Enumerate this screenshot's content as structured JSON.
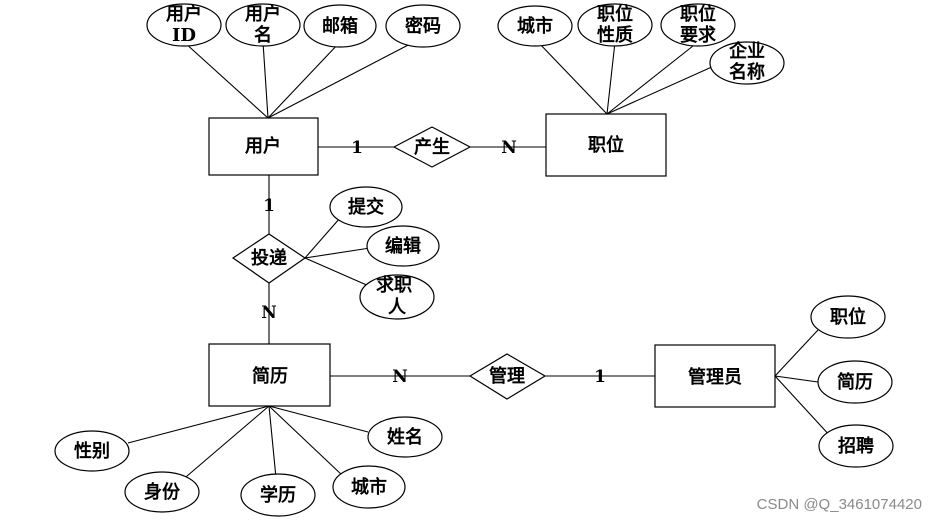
{
  "entities": {
    "user": "用户",
    "position": "职位",
    "resume": "简历",
    "admin": "管理员"
  },
  "relationships": {
    "produce": "产生",
    "deliver": "投递",
    "manage": "管理"
  },
  "attributes": {
    "user_id": [
      "用户",
      "ID"
    ],
    "username": [
      "用户",
      "名"
    ],
    "email": "邮箱",
    "password": "密码",
    "city": "城市",
    "job_nature": [
      "职位",
      "性质"
    ],
    "job_requirements": [
      "职位",
      "要求"
    ],
    "company_name": [
      "企业",
      "名称"
    ],
    "submit": "提交",
    "edit": "编辑",
    "job_seeker": [
      "求职",
      "人"
    ],
    "gender": "性别",
    "identity": "身份",
    "education": "学历",
    "resume_city": "城市",
    "name": "姓名",
    "admin_position": "职位",
    "admin_resume": "简历",
    "recruit": "招聘"
  },
  "cardinalities": {
    "user_produce": "1",
    "produce_position": "N",
    "user_deliver": "1",
    "deliver_resume": "N",
    "resume_manage": "N",
    "manage_admin": "1"
  },
  "watermark": "CSDN @Q_3461074420"
}
